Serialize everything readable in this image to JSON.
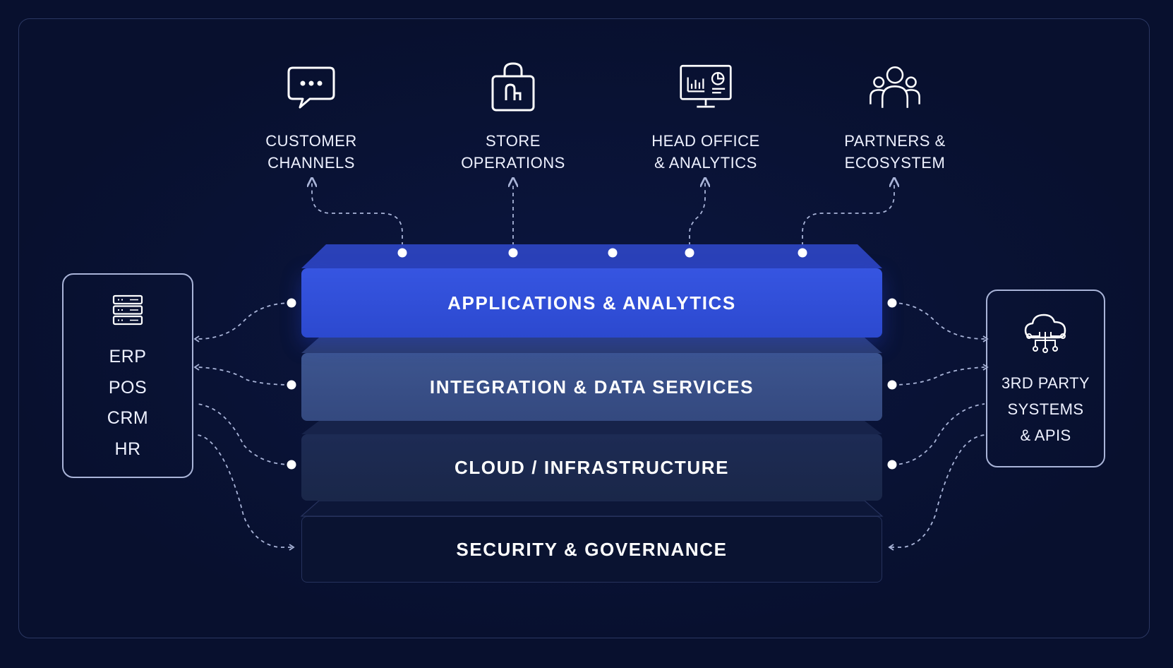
{
  "top_nodes": [
    {
      "icon": "chat-bubble-icon",
      "line1": "CUSTOMER",
      "line2": "CHANNELS"
    },
    {
      "icon": "shopping-bag-icon",
      "line1": "STORE",
      "line2": "OPERATIONS"
    },
    {
      "icon": "monitor-analytics-icon",
      "line1": "HEAD OFFICE",
      "line2": "& ANALYTICS"
    },
    {
      "icon": "users-group-icon",
      "line1": "PARTNERS &",
      "line2": "ECOSYSTEM"
    }
  ],
  "left_box": {
    "icon": "server-stack-icon",
    "items": [
      "ERP",
      "POS",
      "CRM",
      "HR"
    ]
  },
  "right_box": {
    "icon": "cloud-network-icon",
    "line1": "3RD PARTY",
    "line2": "SYSTEMS",
    "line3": "& APIS"
  },
  "layers": [
    {
      "label": "APPLICATIONS & ANALYTICS",
      "color": "#3150dc"
    },
    {
      "label": "INTEGRATION & DATA SERVICES",
      "color": "#394f89"
    },
    {
      "label": "CLOUD / INFRASTRUCTURE",
      "color": "#1c2a4f"
    },
    {
      "label": "SECURITY & GOVERNANCE",
      "color": "#0a1331"
    }
  ],
  "colors": {
    "background": "#08102e",
    "accent": "#3150dc",
    "line": "#a9b4d8"
  }
}
